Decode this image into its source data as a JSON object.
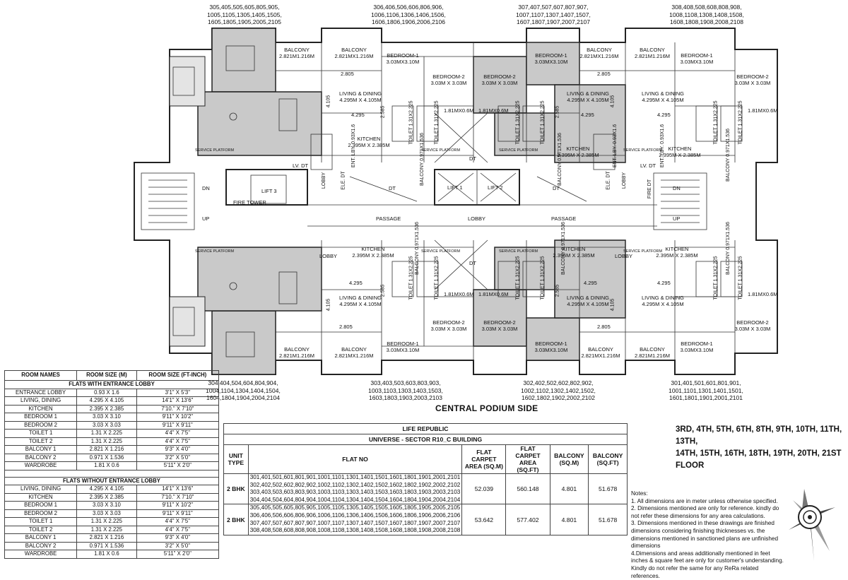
{
  "plan": {
    "top_flat_lists": [
      "305,405,505,605,805,905,\n1005,1105,1305,1405,1505,\n1605,1805,1905,2005,2105",
      "306,406,506,606,806,906,\n1006,1106,1306,1406,1506,\n1606,1806,1906,2006,2106",
      "307,407,507,607,807,907,\n1007,1107,1307,1407,1507,\n1607,1807,1907,2007,2107",
      "308,408,508,608,808,908,\n1008,1108,1308,1408,1508,\n1608,1808,1908,2008,2108"
    ],
    "bottom_flat_lists": [
      "304,404,504,604,804,904,\n1004,1104,1304,1404,1504,\n1604,1804,1904,2004,2104",
      "303,403,503,603,803,903,\n1003,1103,1303,1403,1503,\n1603,1803,1903,2003,2103",
      "302,402,502,602,802,902,\n1002,1102,1302,1402,1502,\n1602,1802,1902,2002,2102",
      "301,401,501,601,801,901,\n1001,1101,1301,1401,1501,\n1601,1801,1901,2001,2101"
    ],
    "rooms": {
      "balcony_a": "BALCONY\n2.821M1.216M",
      "balcony_b": "BALCONY\n2.821MX1.216M",
      "bedroom1": "BEDROOM-1\n3.03MX3.10M",
      "bedroom2": "BEDROOM-2\n3.03M X 3.03M",
      "living": "LIVING & DINING\n4.295M X 4.105M",
      "kitchen": "KITCHEN\n2.395M X 2.385M",
      "toilet": "TOILET\n1.31X2.225",
      "wardrobe": "1.81MX0.6M",
      "dim_2805": "2.805",
      "dim_4295": "4.295",
      "dim_4105": "4.105",
      "dim_2585": "2.585",
      "balcony_small": "BALCONY\n0.971X1.536",
      "entrance_lobby": "ENT. LBY.\n0.93X1.6",
      "service_platform": "SERVICE PLATFORM",
      "lv_dt": "LV. DT",
      "lobby": "LOBBY",
      "ele_dt": "ELE. DT",
      "fire_tower": "FIRE TOWER",
      "fire_dt": "FIRE DT",
      "lift1": "LIFT 1",
      "lift2": "LIFT 2",
      "lift3": "LIFT 3",
      "dt": "DT",
      "passage": "PASSAGE",
      "dn": "DN",
      "up": "UP"
    },
    "podium_label": "CENTRAL PODIUM SIDE"
  },
  "floors_label": "3RD, 4TH, 5TH, 6TH, 8TH, 9TH, 10TH, 11TH, 13TH,\n14TH, 15TH, 16TH, 18TH, 19TH, 20TH, 21ST FLOOR",
  "room_table": {
    "headers": [
      "ROOM NAMES",
      "ROOM SIZE (M)",
      "ROOM SIZE (FT-INCH)"
    ],
    "section1_title": "FLATS WITH ENTRANCE LOBBY",
    "section1_rows": [
      [
        "ENTRANCE LOBBY",
        "0.93 X 1.6",
        "3'1\" X 5'3\""
      ],
      [
        "LIVING, DINING",
        "4.295 X 4.105",
        "14'1\" X 13'6\""
      ],
      [
        "KITCHEN",
        "2.395 X 2.385",
        "7'10.\" X 7'10\""
      ],
      [
        "BEDROOM 1",
        "3.03 X 3.10",
        "9'11\" X 10'2\""
      ],
      [
        "BEDROOM 2",
        "3.03 X 3.03",
        "9'11\" X 9'11\""
      ],
      [
        "TOILET 1",
        "1.31 X 2.225",
        "4'4\" X 7'5\""
      ],
      [
        "TOILET 2",
        "1.31 X 2.225",
        "4'4\" X 7'5\""
      ],
      [
        "BALCONY 1",
        "2.821 X 1.216",
        "9'3\" X 4'0\""
      ],
      [
        "BALCONY 2",
        "0.971 X 1.536",
        "3'2\" X 5'0\""
      ],
      [
        "WARDROBE",
        "1.81 X 0.6",
        "5'11\" X 2'0\""
      ]
    ],
    "section2_title": "FLATS WITHOUT ENTRANCE LOBBY",
    "section2_rows": [
      [
        "LIVING, DINING",
        "4.295 X 4.105",
        "14'1\" X 13'6\""
      ],
      [
        "KITCHEN",
        "2.395 X 2.385",
        "7'10.\" X 7'10\""
      ],
      [
        "BEDROOM 1",
        "3.03 X 3.10",
        "9'11\" X 10'2\""
      ],
      [
        "BEDROOM 2",
        "3.03 X 3.03",
        "9'11\" X 9'11\""
      ],
      [
        "TOILET 1",
        "1.31 X 2.225",
        "4'4\" X 7'5\""
      ],
      [
        "TOILET 2",
        "1.31 X 2.225",
        "4'4\" X 7'5\""
      ],
      [
        "BALCONY 1",
        "2.821 X 1.216",
        "9'3\" X 4'0\""
      ],
      [
        "BALCONY 2",
        "0.971 X 1.536",
        "3'2\" X 5'0\""
      ],
      [
        "WARDROBE",
        "1.81 X 0.6",
        "5'11\" X 2'0\""
      ]
    ]
  },
  "unit_table": {
    "title": "LIFE REPUBLIC",
    "subtitle": "UNIVERSE - SECTOR R10_C BUILDING",
    "headers": [
      "UNIT\nTYPE",
      "FLAT NO",
      "FLAT CARPET\nAREA (SQ.M)",
      "FLAT CARPET\nAREA (SQ.FT)",
      "BALCONY\n(SQ.M)",
      "BALCONY\n(SQ.FT)"
    ],
    "rows": [
      {
        "type": "2 BHK",
        "flats": [
          "301,401,501,601,801,901,1001,1101,1301,1401,1501,1601,1801,1901,2001,2101",
          "302,402,502,602,802,902,1002,1102,1302,1402,1502,1602,1802,1902,2002,2102",
          "303,403,503,603,803,903,1003,1103,1303,1403,1503,1603,1803,1903,2003,2103",
          "304,404,504,604,804,904,1004,1104,1304,1404,1504,1604,1804,1904,2004,2104"
        ],
        "carpet_sqm": "52.039",
        "carpet_sqft": "560.148",
        "balcony_sqm": "4.801",
        "balcony_sqft": "51.678"
      },
      {
        "type": "2 BHK",
        "flats": [
          "305,405,505,605,805,905,1005,1105,1305,1405,1505,1605,1805,1905,2005,2105",
          "306,406,506,606,806,906,1006,1106,1306,1406,1506,1606,1806,1906,2006,2106",
          "307,407,507,607,807,907,1007,1107,1307,1407,1507,1607,1807,1907,2007,2107",
          "308,408,508,608,808,908,1008,1108,1308,1408,1508,1608,1808,1908,2008,2108"
        ],
        "carpet_sqm": "53.642",
        "carpet_sqft": "577.402",
        "balcony_sqm": "4.801",
        "balcony_sqft": "51.678"
      }
    ]
  },
  "notes": {
    "title": "Notes:",
    "items": [
      "1. All dimensions are in meter unless otherwise specified.",
      "2. Dimensions mentioned are only for reference. kindly do not refer these dimensions for any area calculations.",
      "3. Dimensions mentioned in these drawings are finished dimensions considering finishing thicknesses vs. the dimensions mentioned in sanctioned plans are unfinished dimensions",
      "4.Dimensions and areas additionally mentioned in feet inches & square feet are only for customer's understanding. Kindly do not refer the same for any ReRa related references."
    ]
  },
  "compass_icon": "north-arrow-compass"
}
